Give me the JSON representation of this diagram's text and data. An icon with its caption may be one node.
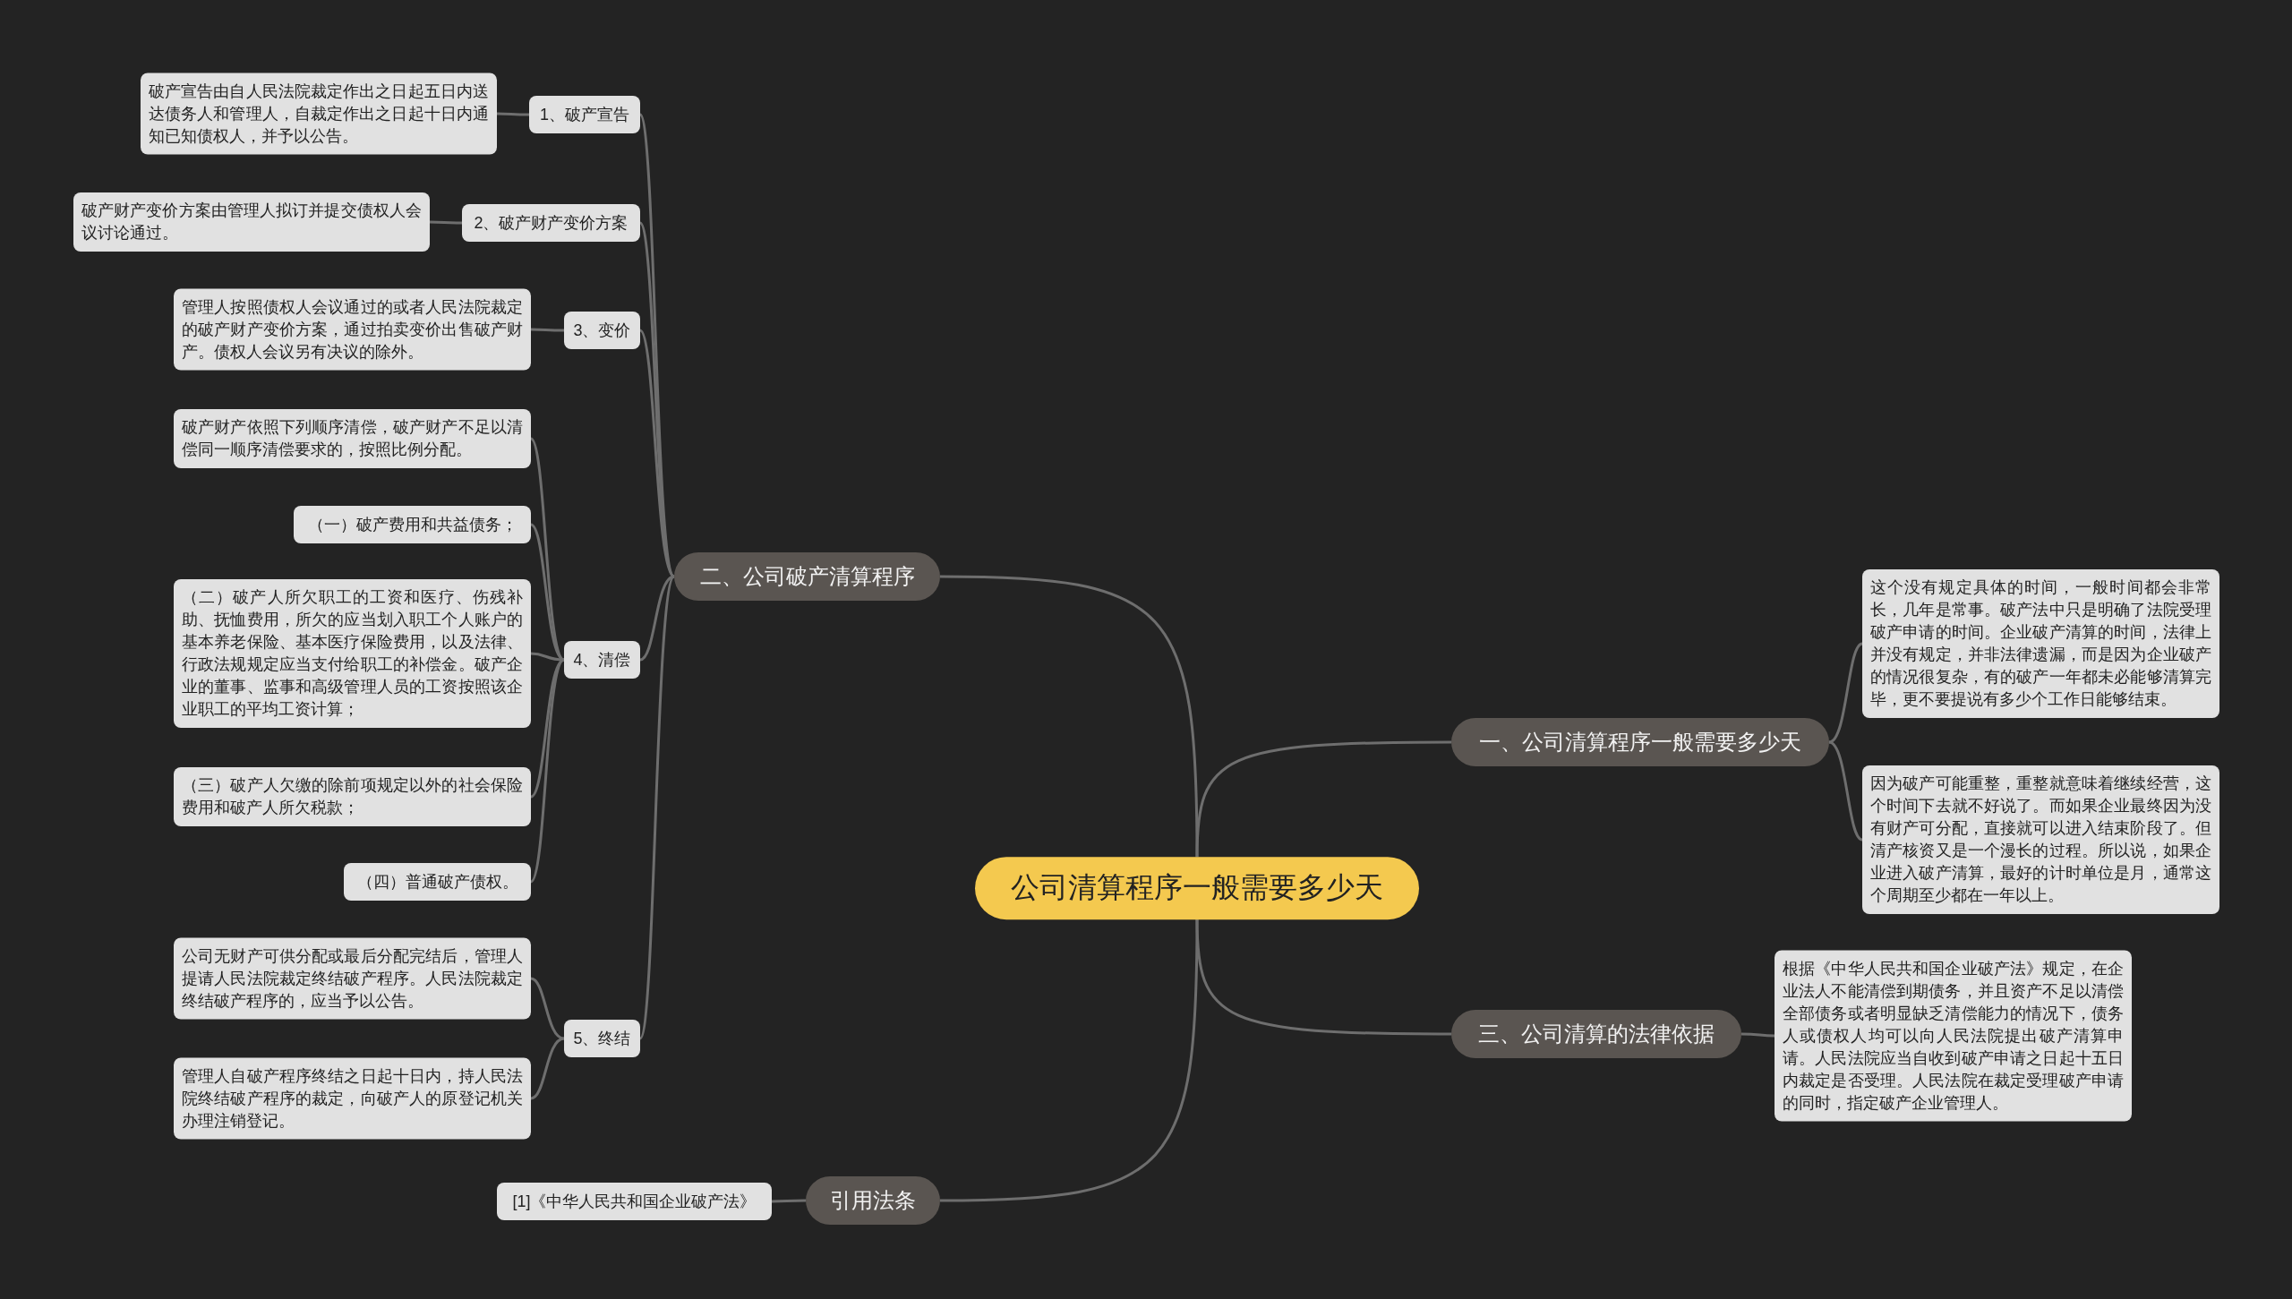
{
  "diagram": {
    "nodes": [
      {
        "text": [
          "公司清算程序一般需要多少天"
        ]
      },
      {
        "text": [
          "一、公司清算程序一般需要多少天"
        ]
      },
      {
        "text": [
          "这个没有规定具体的时间，一般时间都会非常长，几年是常事。破产法中只是明确了法院受理破产申请的时间。企业破产清算的时间，法律上并没有规定，并非法律遗漏，而是因为企业破产的情况很复杂，有的破产一年都未必能够清算完毕，更不要提说有多少个工作日能够结束。"
        ]
      },
      {
        "text": [
          "因为破产可能重整，重整就意味着继续经营，这个时间下去就不好说了。而如果企业最终因为没有财产可分配，直接就可以进入结束阶段了。但清产核资又是一个漫长的过程。所以说，如果企业进入破产清算，最好的计时单位是月，通常这个周期至少都在一年以上。"
        ]
      },
      {
        "text": [
          "三、公司清算的法律依据"
        ]
      },
      {
        "text": [
          "根据《中华人民共和国企业破产法》规定，在企业法人不能清偿到期债务，并且资产不足以清偿全部债务或者明显缺乏清偿能力的情况下，债务人或债权人均可以向人民法院提出破产清算申请。人民法院应当自收到破产申请之日起十五日内裁定是否受理。人民法院在裁定受理破产申请的同时，指定破产企业管理人。"
        ]
      },
      {
        "text": [
          "二、公司破产清算程序"
        ]
      },
      {
        "text": [
          "1、破产宣告"
        ]
      },
      {
        "text": [
          "破产宣告由自人民法院裁定作出之日起五日内送达债务人和管理人，自裁定作出之日起十日内通知已知债权人，并予以公告。"
        ]
      },
      {
        "text": [
          "2、破产财产变价方案"
        ]
      },
      {
        "text": [
          "破产财产变价方案由管理人拟订并提交债权人会议讨论通过。"
        ]
      },
      {
        "text": [
          "3、变价"
        ]
      },
      {
        "text": [
          "管理人按照债权人会议通过的或者人民法院裁定的破产财产变价方案，通过拍卖变价出售破产财产。债权人会议另有决议的除外。"
        ]
      },
      {
        "text": [
          "4、清偿"
        ]
      },
      {
        "text": [
          "破产财产依照下列顺序清偿，破产财产不足以清偿同一顺序清偿要求的，按照比例分配。"
        ]
      },
      {
        "text": [
          "（一）破产费用和共益债务；"
        ]
      },
      {
        "text": [
          "（二）破产人所欠职工的工资和医疗、伤残补助、抚恤费用，所欠的应当划入职工个人账户的基本养老保险、基本医疗保险费用，以及法律、行政法规规定应当支付给职工的补偿金。破产企业的董事、监事和高级管理人员的工资按照该企业职工的平均工资计算；"
        ]
      },
      {
        "text": [
          "（三）破产人欠缴的除前项规定以外的社会保险费用和破产人所欠税款；"
        ]
      },
      {
        "text": [
          "（四）普通破产债权。"
        ]
      },
      {
        "text": [
          "5、终结"
        ]
      },
      {
        "text": [
          "公司无财产可供分配或最后分配完结后，管理人提请人民法院裁定终结破产程序。人民法院裁定终结破产程序的，应当予以公告。"
        ]
      },
      {
        "text": [
          "管理人自破产程序终结之日起十日内，持人民法院终结破产程序的裁定，向破产人的原登记机关办理注销登记。"
        ]
      },
      {
        "text": [
          "引用法条"
        ]
      },
      {
        "text": [
          "[1]《中华人民共和国企业破产法》"
        ]
      }
    ],
    "edges": [
      {
        "from": 0,
        "to": 1,
        "arrow": "none"
      },
      {
        "from": 1,
        "to": 2,
        "arrow": "none"
      },
      {
        "from": 1,
        "to": 3,
        "arrow": "none"
      },
      {
        "from": 0,
        "to": 4,
        "arrow": "none"
      },
      {
        "from": 4,
        "to": 5,
        "arrow": "none"
      },
      {
        "from": 0,
        "to": 6,
        "arrow": "none"
      },
      {
        "from": 6,
        "to": 7,
        "arrow": "none"
      },
      {
        "from": 7,
        "to": 8,
        "arrow": "none"
      },
      {
        "from": 6,
        "to": 9,
        "arrow": "none"
      },
      {
        "from": 9,
        "to": 10,
        "arrow": "none"
      },
      {
        "from": 6,
        "to": 11,
        "arrow": "none"
      },
      {
        "from": 11,
        "to": 12,
        "arrow": "none"
      },
      {
        "from": 6,
        "to": 13,
        "arrow": "none"
      },
      {
        "from": 13,
        "to": 14,
        "arrow": "none"
      },
      {
        "from": 13,
        "to": 15,
        "arrow": "none"
      },
      {
        "from": 13,
        "to": 16,
        "arrow": "none"
      },
      {
        "from": 13,
        "to": 17,
        "arrow": "none"
      },
      {
        "from": 13,
        "to": 18,
        "arrow": "none"
      },
      {
        "from": 6,
        "to": 19,
        "arrow": "none"
      },
      {
        "from": 19,
        "to": 20,
        "arrow": "none"
      },
      {
        "from": 19,
        "to": 21,
        "arrow": "none"
      },
      {
        "from": 0,
        "to": 22,
        "arrow": "none"
      },
      {
        "from": 22,
        "to": 23,
        "arrow": "none"
      }
    ]
  }
}
